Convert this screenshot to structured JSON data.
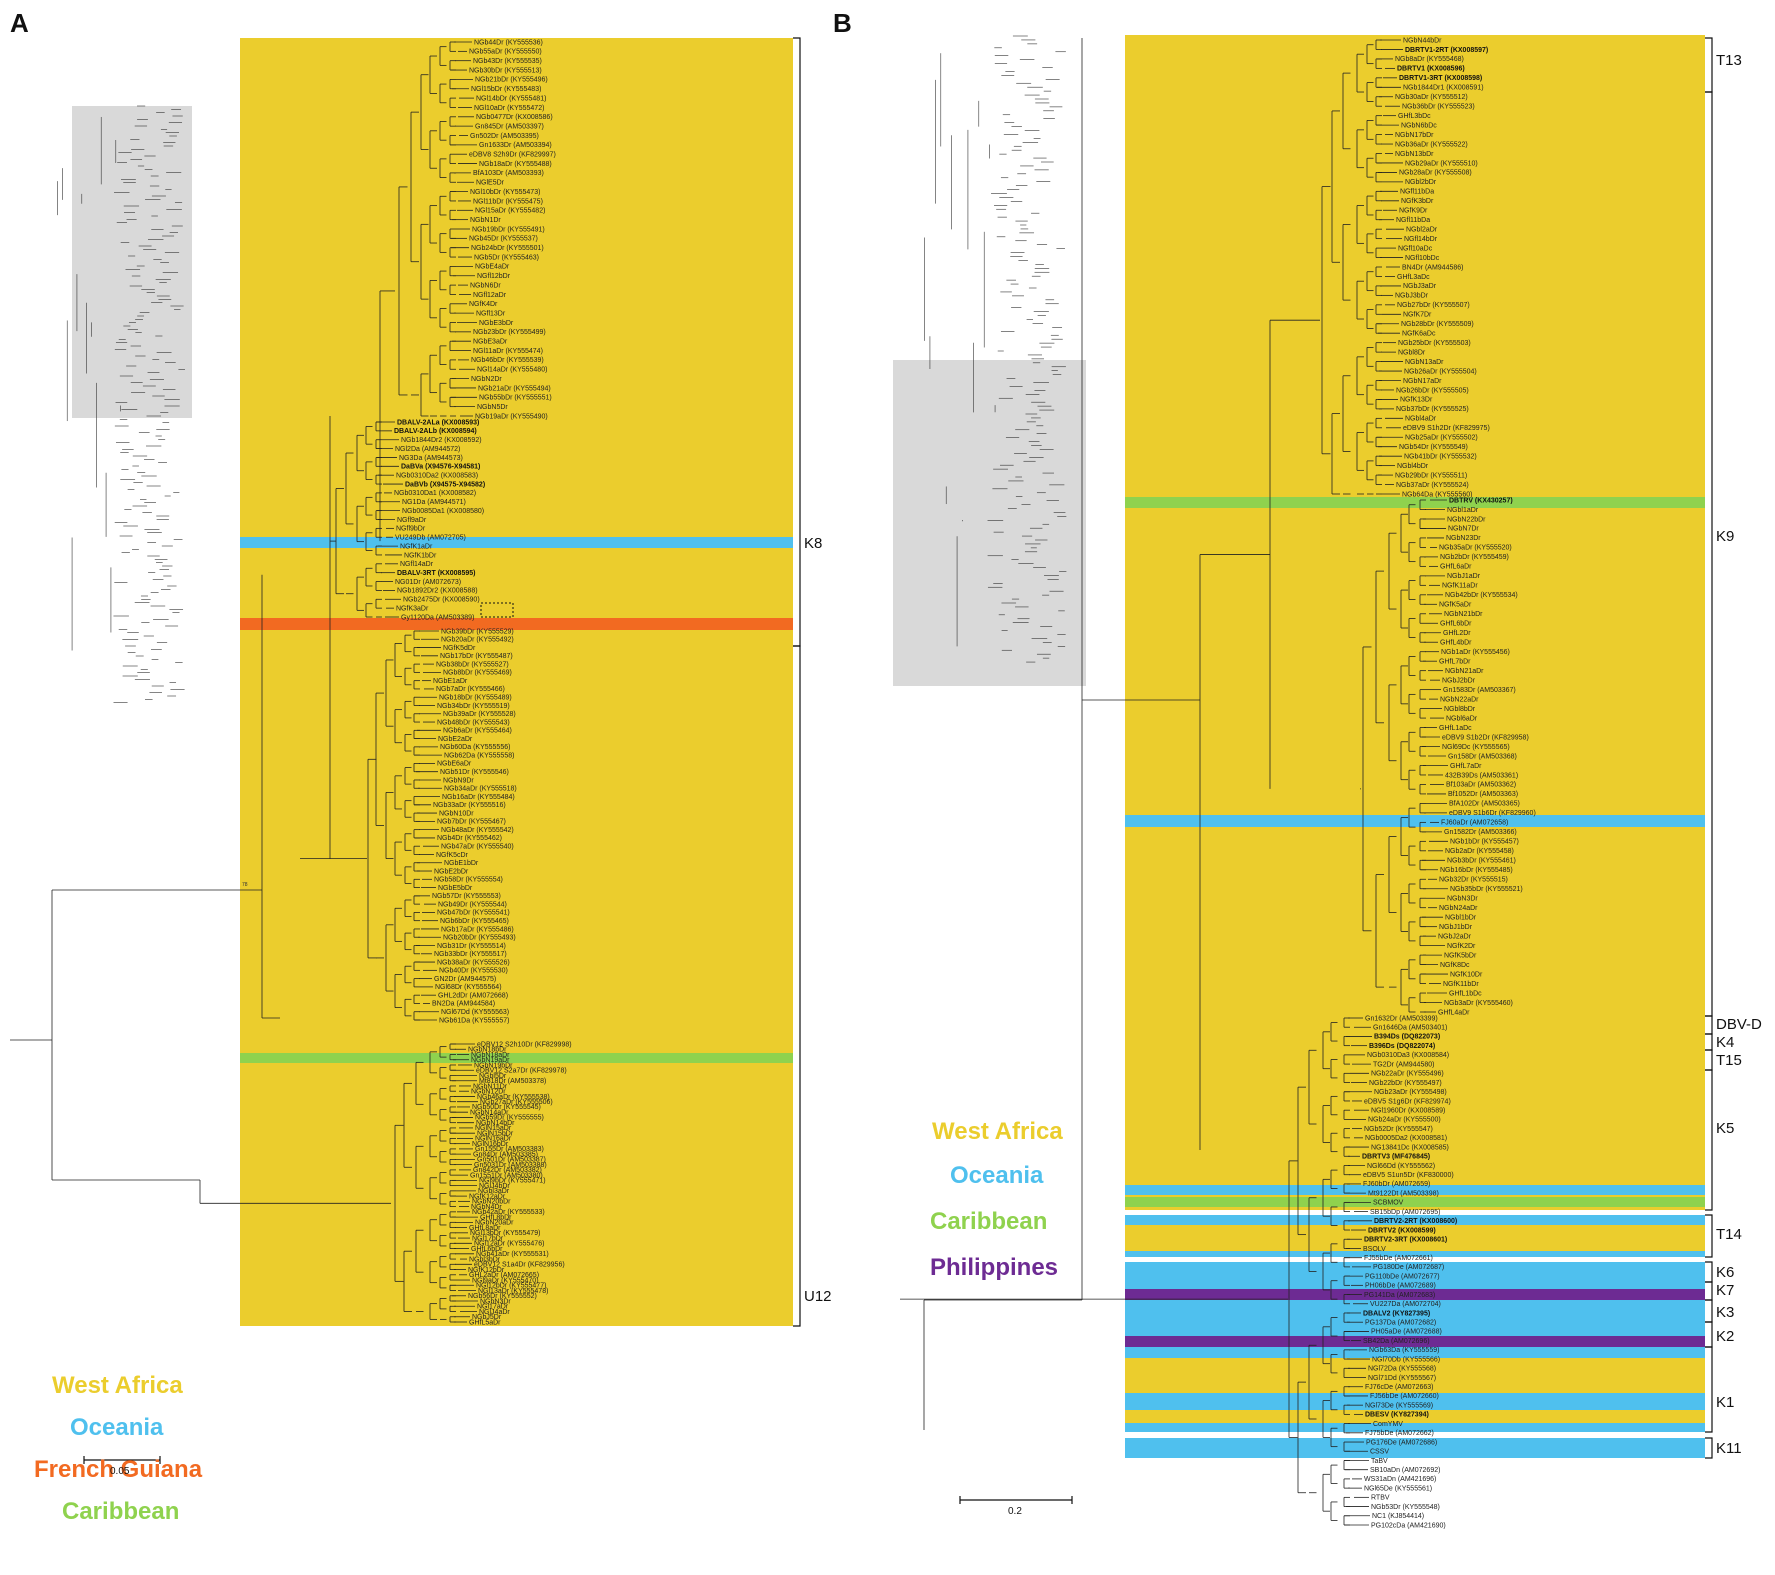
{
  "panels": {
    "a": "A",
    "b": "B"
  },
  "colors": {
    "west_africa": "#ebcd2d",
    "oceania": "#4fc0ee",
    "french_guiana": "#f26a21",
    "caribbean": "#8fd24e",
    "philippines": "#6d2b93"
  },
  "legend_a": [
    {
      "label": "West Africa",
      "color": "#ebcd2d"
    },
    {
      "label": "Oceania",
      "color": "#4fc0ee"
    },
    {
      "label": "French Guiana",
      "color": "#f26a21"
    },
    {
      "label": "Caribbean",
      "color": "#8fd24e"
    }
  ],
  "legend_b": [
    {
      "label": "West Africa",
      "color": "#ebcd2d"
    },
    {
      "label": "Oceania",
      "color": "#4fc0ee"
    },
    {
      "label": "Caribbean",
      "color": "#8fd24e"
    },
    {
      "label": "Philippines",
      "color": "#6d2b93"
    }
  ],
  "clades_a": [
    "K8",
    "U12"
  ],
  "clades_b": [
    "T13",
    "K9",
    "DBV-D",
    "K4",
    "T15",
    "K5",
    "T14",
    "K6",
    "K7",
    "K3",
    "K2",
    "K1",
    "K11"
  ],
  "scale_a": "0.05",
  "scale_b": "0.2",
  "taxa_a_top": [
    "NGb44Dr (KY555536)",
    "NGb55aDr (KY555550)",
    "NGb43Dr (KY555535)",
    "NGb30bDr (KY555513)",
    "NGb21bDr (KY555496)",
    "NGl15bDr (KY555483)",
    "NGl14bDr (KY555481)",
    "NGl10aDr (KY555472)",
    "NGb0477Dr (KX008586)",
    "Gn845Dr (AM503397)",
    "Gn502Dr (AM503395)",
    "Gn1633Dr (AM503394)",
    "eDBV8 S2h9Dr (KF829997)",
    "NGb18aDr (KY555488)",
    "BfA103Dr (AM503393)",
    "NGlE5Dr",
    "NGl10bDr (KY555473)",
    "NGl11bDr (KY555475)",
    "NGl15aDr (KY555482)",
    "NGbN1Dr",
    "NGb19bDr (KY555491)",
    "NGb45Dr (KY555537)",
    "NGb24bDr (KY555501)",
    "NGb5Dr (KY555463)",
    "NGbE4aDr",
    "NGfl12bDr",
    "NGbN6Dr",
    "NGfl12aDr",
    "NGfK4Dr",
    "NGfl13Dr",
    "NGbE3bDr",
    "NGb23bDr (KY555499)",
    "NGbE3aDr",
    "NGl11aDr (KY555474)",
    "NGb46bDr (KY555539)",
    "NGl14aDr (KY555480)",
    "NGbN2Dr",
    "NGb21aDr (KY555494)",
    "NGb55bDr (KY555551)",
    "NGbN5Dr",
    "NGb19aDr (KY555490)"
  ],
  "taxa_a_mid": [
    "DBALV-2ALa (KX008593)",
    "DBALV-2ALb (KX008594)",
    "NGb1844Dr2 (KX008592)",
    "NGl2Da (AM944572)",
    "NG3Da (AM944573)",
    "DaBVa (X94576-X94581)",
    "NGb0310Da2 (KX008583)",
    "DaBVb (X94575-X94582)",
    "NGb0310Da1 (KX008582)",
    "NG1Da (AM944571)",
    "NGb0085Da1 (KX008580)",
    "NGfl9aDr",
    "NGfl9bDr",
    "VU249Db (AM072705)",
    "NGfK1aDr",
    "NGfK1bDr",
    "NGfl14aDr",
    "DBALV-3RT (KX008595)",
    "NG01Dr (AM072673)",
    "NGb1892Dr2 (KX008588)",
    "NGb2475Dr (KX008590)",
    "NGfK3aDr",
    "Gy1120Da (AM503389)"
  ],
  "taxa_a_lower": [
    "NGb39bDr (KY555529)",
    "NGb20aDr (KY555492)",
    "NGfK5dDr",
    "NGb17bDr (KY555487)",
    "NGb38bDr (KY555527)",
    "NGb8bDr (KY555469)",
    "NGbE1aDr",
    "NGb7aDr (KY555466)",
    "NGb18bDr (KY555489)",
    "NGb34bDr (KY555519)",
    "NGb39aDr (KY555528)",
    "NGb48bDr (KY555543)",
    "NGb6aDr (KY555464)",
    "NGbE2aDr",
    "NGb60Da (KY555556)",
    "NGb62Da (KY555558)",
    "NGbE6aDr",
    "NGb51Dr (KY555546)",
    "NGbN9Dr",
    "NGb34aDr (KY555518)",
    "NGb16aDr (KY555484)",
    "NGb33aDr (KY555516)",
    "NGbN10Dr",
    "NGb7bDr (KY555467)",
    "NGb48aDr (KY555542)",
    "NGb4Dr (KY555462)",
    "NGb47aDr (KY555540)",
    "NGfK5cDr",
    "NGbE1bDr",
    "NGbE2bDr",
    "NGb58Dr (KY555554)",
    "NGbE5bDr",
    "NGb57Dr (KY555553)",
    "NGb49Dr (KY555544)",
    "NGb47bDr (KY555541)",
    "NGb6bDr (KY555465)",
    "NGb17aDr (KY555486)",
    "NGb20bDr (KY555493)",
    "NGb31Dr (KY555514)",
    "NGb33bDr (KY555517)",
    "NGb38aDr (KY555526)",
    "NGb40Dr (KY555530)",
    "GN2Dr (AM944575)",
    "NGl68Dr (KY555564)",
    "GHL2dDr (AM072668)",
    "BN2Da (AM944584)",
    "NGl67Dd (KY555563)",
    "NGb61Da (KY555557)"
  ],
  "taxa_a_u12": [
    "eDBV12 S2h10Dr (KF829998)",
    "NGbN18bDr",
    "NGbN18aDr",
    "NGbN19aDr",
    "NGbN19bDr",
    "eDBV12 S2a7Dr (KF829978)",
    "NGbl5Dr",
    "Mt818Dr (AM503378)",
    "NGbN11Dr",
    "NGbN12Dr",
    "NGb46aDr (KY555538)",
    "NGb27aDr (KY555506)",
    "NGb50Dr (KY555545)",
    "NGbN14aDr",
    "NGb59Dr (KY555555)",
    "NGbN14bDr",
    "NGlN15aDr",
    "NGlN15bDr",
    "NGlN16aDr",
    "NGlN16bDr",
    "Gn155Dr (AM503383)",
    "Gn84Dr (AM503385)",
    "Gn501Dr (AM503387)",
    "Gn5031Dr (AM503388)",
    "Gn842Dr (AM503382)",
    "Gn1551Dr (AM503380)",
    "NGl9bDr (KY555471)",
    "NGlJ4bDr",
    "NGbl3aDr",
    "NGfK12aDr",
    "NGbN20bDr",
    "NGbN4Dr",
    "NGb42aDr (KY555533)",
    "GHfL8bDr",
    "NGbN20aDr",
    "GHfL8aDr",
    "NGl13bDr (KY555479)",
    "NGl17bDr",
    "NGl12aDr (KY555476)",
    "GHfL6bDr",
    "NGb41aDr (KY555531)",
    "NGbl3bDr",
    "eDBV12 S1a4Dr (KF829956)",
    "NGfK12bDr",
    "GHL2aDr (AM072665)",
    "NGl9aDr (KY555470)",
    "NGl12bDr (KY555477)",
    "NGl13aDr (KY555478)",
    "NGb56Dr (KY555552)",
    "NGbN3Dr",
    "NGl17aDr",
    "NGlJ4aDr",
    "NGbJ5Dr",
    "GHfL5aDr"
  ],
  "taxa_b_top": [
    "NGbN44bDr",
    "DBRTV1-2RT (KX008597)",
    "NGb8aDr (KY555468)",
    "DBRTV1 (KX008596)",
    "DBRTV1-3RT (KX008598)",
    "NGb1844Dr1 (KX008591)",
    "NGb30aDr (KY555512)",
    "NGb36bDr (KY555523)",
    "GHfL3bDc",
    "NGbN6bDc",
    "NGbN17bDr",
    "NGb36aDr (KY555522)",
    "NGbN13bDr",
    "NGb29aDr (KY555510)",
    "NGb28aDr (KY555508)",
    "NGbl2bDr",
    "NGfl11bDa",
    "NGfK3bDr",
    "NGfK9Dr",
    "NGfl11bDa",
    "NGbl2aDr",
    "NGfl14bDr",
    "NGfl10aDc",
    "NGfl10bDc",
    "BN4Dr (AM944586)",
    "GHfL3aDc",
    "NGbJ3aDr",
    "NGbJ3bDr",
    "NGb27bDr (KY555507)",
    "NGfK7Dr",
    "NGb28bDr (KY555509)",
    "NGfK6aDc",
    "NGb25bDr (KY555503)",
    "NGbl8Dr",
    "NGbN13aDr",
    "NGb26aDr (KY555504)",
    "NGbN17aDr",
    "NGb26bDr (KY555505)",
    "NGfK13Dr",
    "NGb37bDr (KY555525)",
    "NGbl4aDr",
    "eDBV9 S1h2Dr (KF829975)",
    "NGb25aDr (KY555502)",
    "NGb54Dr (KY555549)",
    "NGb41bDr (KY555532)",
    "NGbl4bDr",
    "NGb29bDr (KY555511)",
    "NGb37aDr (KY555524)",
    "NGb64Da (KY555560)"
  ],
  "taxa_b_k9": [
    "DBTRV (KX430257)",
    "NGbl1aDr",
    "NGbN22bDr",
    "NGbN7Dr",
    "NGbN23Dr",
    "NGb35aDr (KY555520)",
    "NGb2bDr (KY555459)",
    "GHfL6aDr",
    "NGbJ1aDr",
    "NGfK11aDr",
    "NGb42bDr (KY555534)",
    "NGfK5aDr",
    "NGbN21bDr",
    "GHfL6bDr",
    "GHfL2Dr",
    "GHfL4bDr",
    "NGb1aDr (KY555456)",
    "GHfL7bDr",
    "NGbN21aDr",
    "NGbJ2bDr",
    "Gn1583Dr (AM503367)",
    "NGbN22aDr",
    "NGbl8bDr",
    "NGbl6aDr",
    "GHfL1aDc",
    "eDBV9 S1b2Dr (KF829958)",
    "NGl69Dc (KY555565)",
    "Gn158Dr (AM503368)",
    "GHfL7aDr",
    "432B39Ds (AM503361)",
    "Bf103aDr (AM503362)",
    "Bf1052Dr (AM503363)",
    "BfA102Dr (AM503365)",
    "eDBV9 S1b6Dr (KF829960)",
    "FJ60aDr (AM072658)",
    "Gn1582Dr (AM503366)",
    "NGb1bDr (KY555457)",
    "NGb2aDr (KY555458)",
    "NGb3bDr (KY555461)",
    "NGb16bDr (KY555485)",
    "NGb32Dr (KY555515)",
    "NGb35bDr (KY555521)",
    "NGbN3Dr",
    "NGbN24aDr",
    "NGbl1bDr",
    "NGbJ1bDr",
    "NGbJ2aDr",
    "NGfK2Dr",
    "NGfK5bDr",
    "NGfK8Dc",
    "NGfK10Dr",
    "NGfK11bDr",
    "GHfL1bDc",
    "NGb3aDr (KY555460)",
    "GHfL4aDr"
  ],
  "taxa_b_lower": [
    "Gn1632Dr (AM503399)",
    "Gn1646Da (AM503401)",
    "B394Ds (DQ822073)",
    "B396Ds (DQ822074)",
    "NGb0310Da3 (KX008584)",
    "TG2Dr (AM944580)",
    "NGb22aDr (KY555496)",
    "NGb22bDr (KY555497)",
    "NGb23aDr (KY555498)",
    "eDBV5 S1g6Dr (KF829974)",
    "NGl1960Dr (KX008589)",
    "NGb24aDr (KY555500)",
    "NGb52Dr (KY555547)",
    "NGb0005Da2 (KX008581)",
    "NG13841Dc (KX008585)",
    "DBRTV3 (MF476845)",
    "NGl66Dd (KY555562)",
    "eDBV5 S1un5Dr (KF830000)",
    "FJ60bDr (AM072659)",
    "Mt9122Dt (AM503398)",
    "SCBMOV",
    "SB15bDp (AM072695)",
    "DBRTV2-2RT (KX008600)",
    "DBRTV2 (KX008599)",
    "DBRTV2-3RT (KX008601)",
    "BSOLV",
    "FJ55bDe (AM072661)",
    "PG180De (AM072687)",
    "PG110bDe (AM072677)",
    "PH06bDe (AM072689)",
    "PG141Da (AM072683)",
    "VU227Da (AM072704)",
    "DBALV2 (KY827395)",
    "PG137Da (AM072682)",
    "PH05aDe (AM072688)",
    "SB42Da (AM072696)",
    "NGb63Da (KY555559)",
    "NGl70Db (KY555566)",
    "NGl72Da (KY555568)",
    "NGl71Dd (KY555567)",
    "FJ76cDe (AM072663)",
    "FJ56bDe (AM072660)",
    "NGl73De (KY555569)",
    "DBESV (KY827394)",
    "ComYMV",
    "FJ75bDe (AM072662)",
    "PG176De (AM072686)",
    "CSSV",
    "TaBV",
    "SB10aDn (AM072692)",
    "WS31aDn (AM421696)",
    "NGl65De (KY555561)",
    "RTBV",
    "NGb53Dr (KY555548)",
    "NC1 (KJ854414)",
    "PG102cDa (AM421690)"
  ]
}
